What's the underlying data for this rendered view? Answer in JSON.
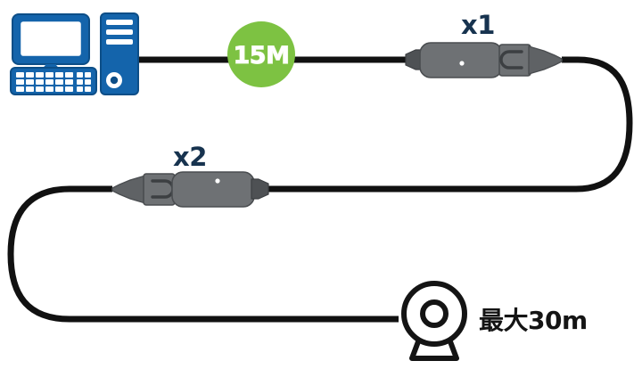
{
  "diagram": {
    "title_visible": false,
    "background_color": "#ffffff",
    "labels": {
      "cable_length_badge": "15M",
      "extender_one": "x1",
      "extender_two": "x2",
      "max_distance": "最大30m"
    },
    "colors": {
      "badge_fill": "#7dc242",
      "badge_text": "#ffffff",
      "cable": "#111111",
      "computer_blue": "#1464ab",
      "computer_outline": "#0d4e87",
      "connector_body": "#6e7174",
      "connector_outline": "#4a4d50",
      "connector_dark": "#4e5154",
      "label_navy": "#17334f",
      "webcam_outline": "#141414"
    },
    "icons": {
      "computer": "desktop-computer-icon",
      "webcam": "webcam-icon",
      "extender_one": "usb-extender-connector-icon",
      "extender_two": "usb-extender-connector-icon",
      "badge": "cable-length-badge-icon"
    },
    "description": {
      "device_left": "desktop computer with monitor, keyboard and tower",
      "device_right": "webcam",
      "cable_segments": 3,
      "extenders": 2
    }
  }
}
